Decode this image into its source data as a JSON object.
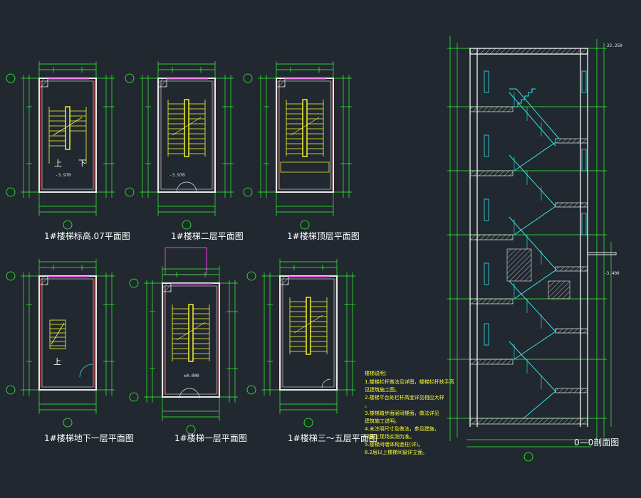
{
  "plans": [
    {
      "id": "plan-mezzanine",
      "title": "1#楼梯标高.07平面图",
      "up": "上",
      "down": "下",
      "elev": "-3.970"
    },
    {
      "id": "plan-second",
      "title": "1#楼梯二层平面图",
      "elev": "-3.970"
    },
    {
      "id": "plan-top",
      "title": "1#楼梯顶层平面图"
    },
    {
      "id": "plan-basement",
      "title": "1#楼梯地下一层平面图",
      "up": "上"
    },
    {
      "id": "plan-first",
      "title": "1#楼梯一层平面图",
      "elev": "±0.000"
    },
    {
      "id": "plan-third-fifth",
      "title": "1#楼梯三～五层平面图"
    }
  ],
  "section": {
    "title": "0—0剖面图",
    "top_elev": "22.250",
    "bottom_elev": "-3.400"
  },
  "notes": {
    "heading": "楼梯说明：",
    "lines": [
      "1.楼梯栏杆做法见详图，楼梯栏杆扶手高",
      "见建筑施工图。",
      "2.楼梯平台处栏杆高度详见相应大样",
      "。",
      "3.楼梯踏步面层同楼面，做法详见",
      "建筑施工说明。",
      "4.未注明尺寸及做法，参见建施，",
      "以施工现场实测为准。",
      "5.楼梯间墙体构造柱(详)。",
      "6.2层以上楼梯间窗详立面。"
    ]
  },
  "colors": {
    "wall": "#e8e8e8",
    "stair": "#ffff33",
    "grid": "#33ff33",
    "axis": "#33ff33",
    "flight": "#33e6e6",
    "accent": "#ff33ff"
  }
}
